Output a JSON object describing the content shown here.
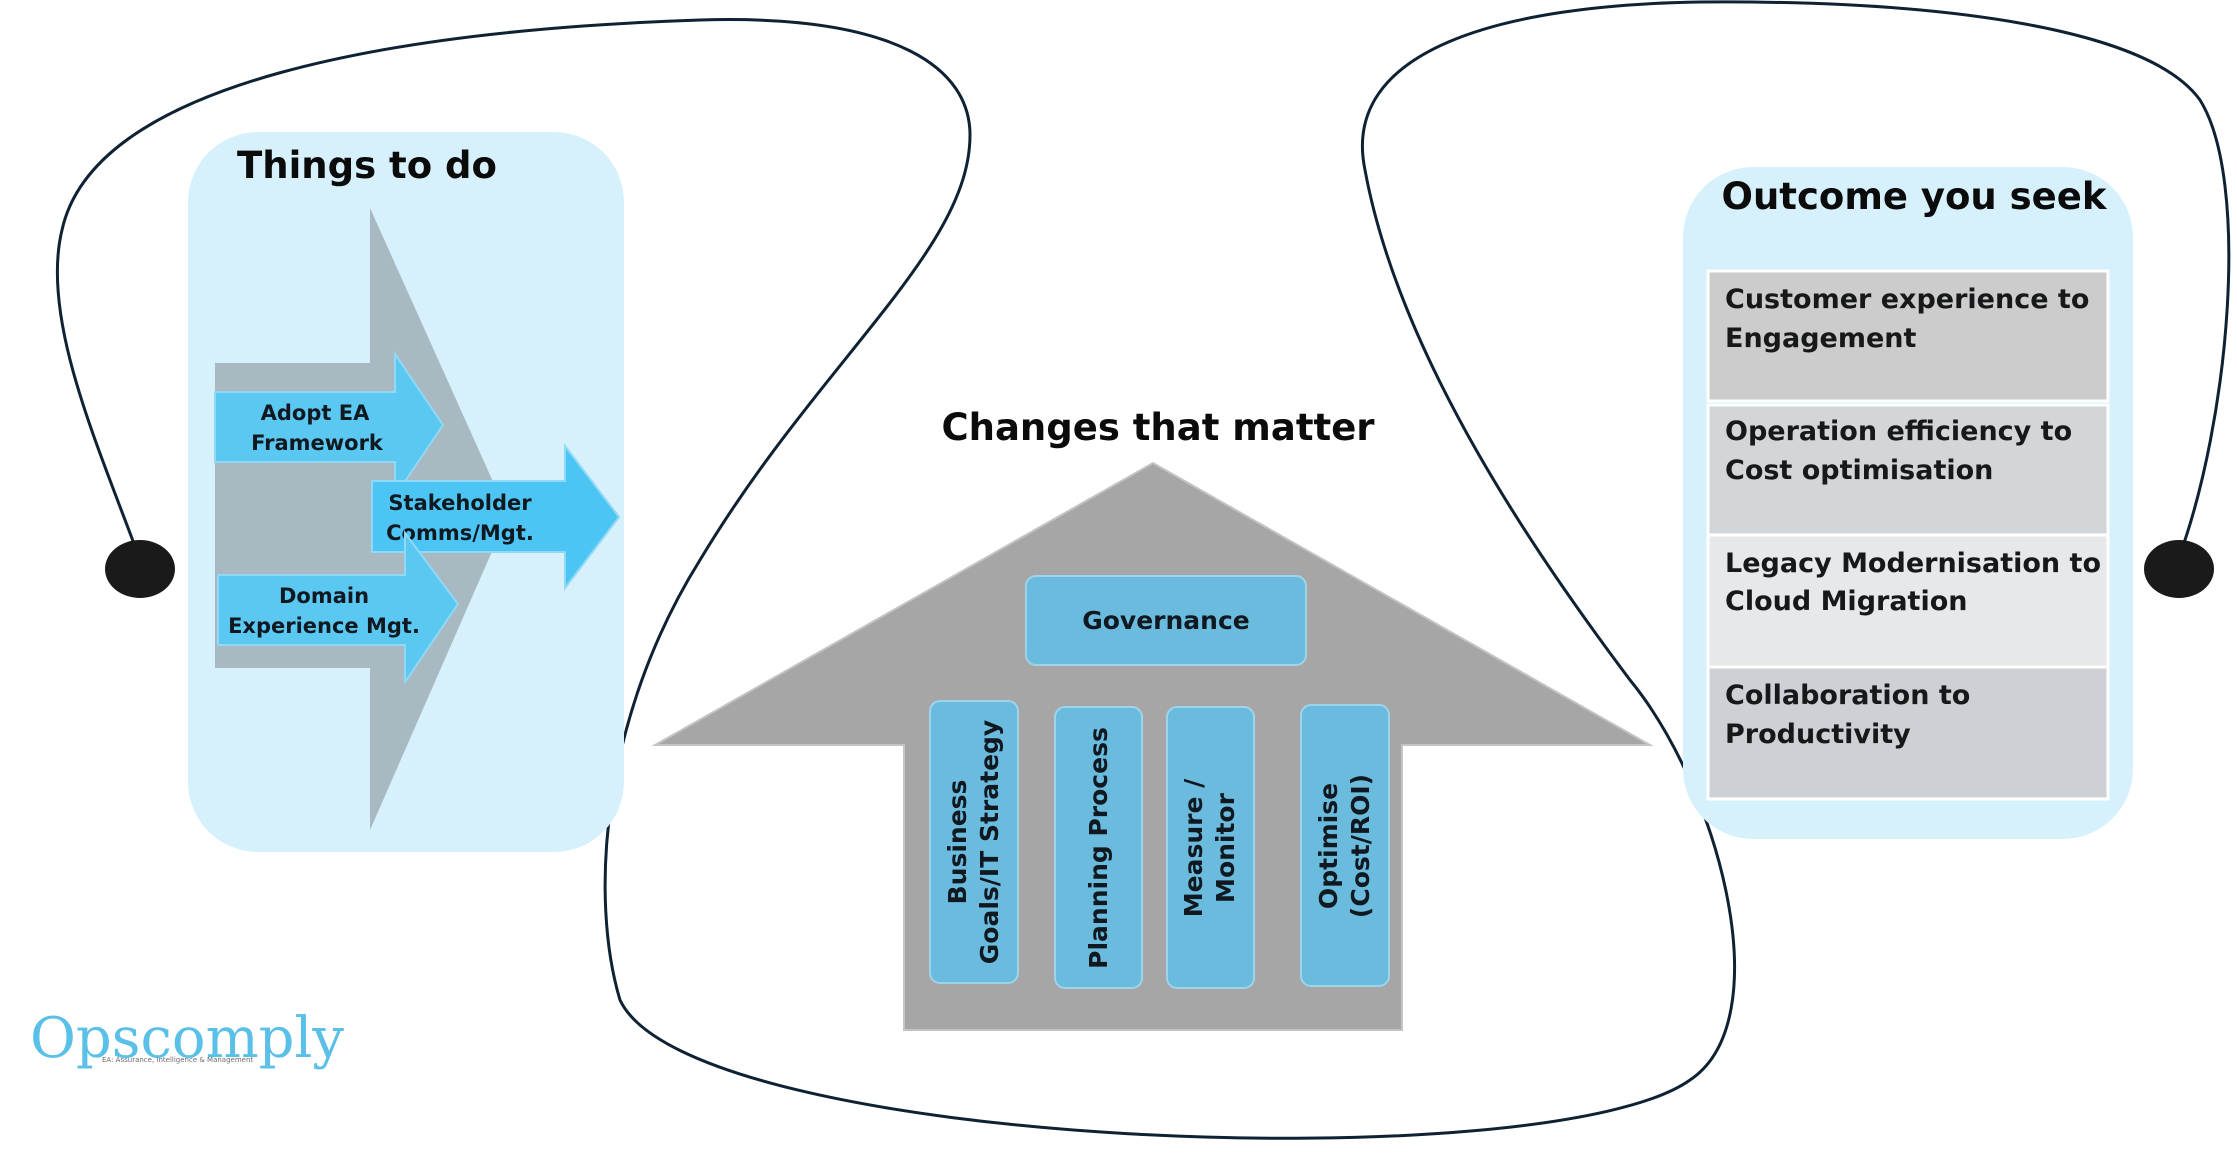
{
  "things_to_do": {
    "title": "Things to do",
    "arrows": [
      {
        "line1": "Adopt EA",
        "line2": "Framework"
      },
      {
        "line1": "Stakeholder",
        "line2": "Comms/Mgt."
      },
      {
        "line1": "Domain",
        "line2": "Experience Mgt."
      }
    ]
  },
  "changes": {
    "title": "Changes that matter",
    "roof_label": "Governance",
    "pillars": [
      {
        "line1": "Business",
        "line2": "Goals/IT Strategy"
      },
      {
        "line1": "Planning Process",
        "line2": ""
      },
      {
        "line1": "Measure /",
        "line2": "Monitor"
      },
      {
        "line1": "Optimise",
        "line2": "(Cost/ROI)"
      }
    ]
  },
  "outcome": {
    "title": "Outcome you seek",
    "items": [
      {
        "line1": "Customer experience to",
        "line2": "Engagement"
      },
      {
        "line1": "Operation efficiency to",
        "line2": "Cost optimisation"
      },
      {
        "line1": "Legacy Modernisation to",
        "line2": "Cloud Migration"
      },
      {
        "line1": "Collaboration to",
        "line2": "Productivity"
      }
    ]
  },
  "logo": {
    "name": "Opscomply",
    "tagline": "EA: Assurance, Intelligence & Management"
  },
  "colors": {
    "panel_bg": "#d6f1fb",
    "arrow_blue": "#5bc8f2",
    "big_arrow_gray": "#a9b9c1",
    "house_gray": "#a6a6a6",
    "pillar_blue": "#6bbbdf",
    "outline": "#0f2233"
  }
}
